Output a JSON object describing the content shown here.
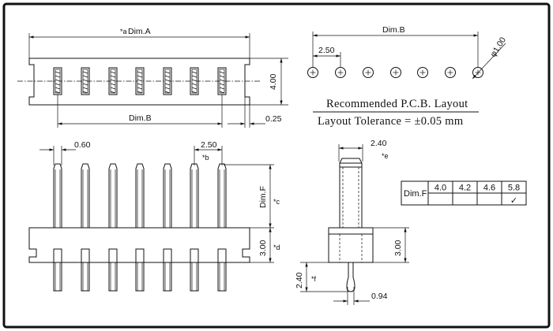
{
  "top_view": {
    "dim_a": "Dim.A",
    "dim_a_mark": "*a",
    "height": "4.00",
    "dim_b": "Dim.B",
    "offset": "0.25"
  },
  "pcb_layout": {
    "dim_b": "Dim.B",
    "pitch": "2.50",
    "hole_dia": "φ1.00",
    "title": "Recommended P.C.B. Layout",
    "tolerance": "Layout Tolerance = ±0.05 mm"
  },
  "front_view": {
    "pin_width": "0.60",
    "pitch": "2.50",
    "pitch_mark": "*b",
    "dim_f": "Dim.F",
    "dim_f_mark": "*c",
    "base_height": "3.00",
    "base_mark": "*d"
  },
  "side_view": {
    "pin_width": "2.40",
    "pin_mark": "*e",
    "base_height": "3.00",
    "tail_length": "2.40",
    "tail_mark": "*f",
    "tail_width": "0.94"
  },
  "dim_f_table": {
    "header": "Dim.F",
    "values": [
      "4.0",
      "4.2",
      "4.6",
      "5.8"
    ],
    "checked_index": 3,
    "check_mark": "✓"
  }
}
